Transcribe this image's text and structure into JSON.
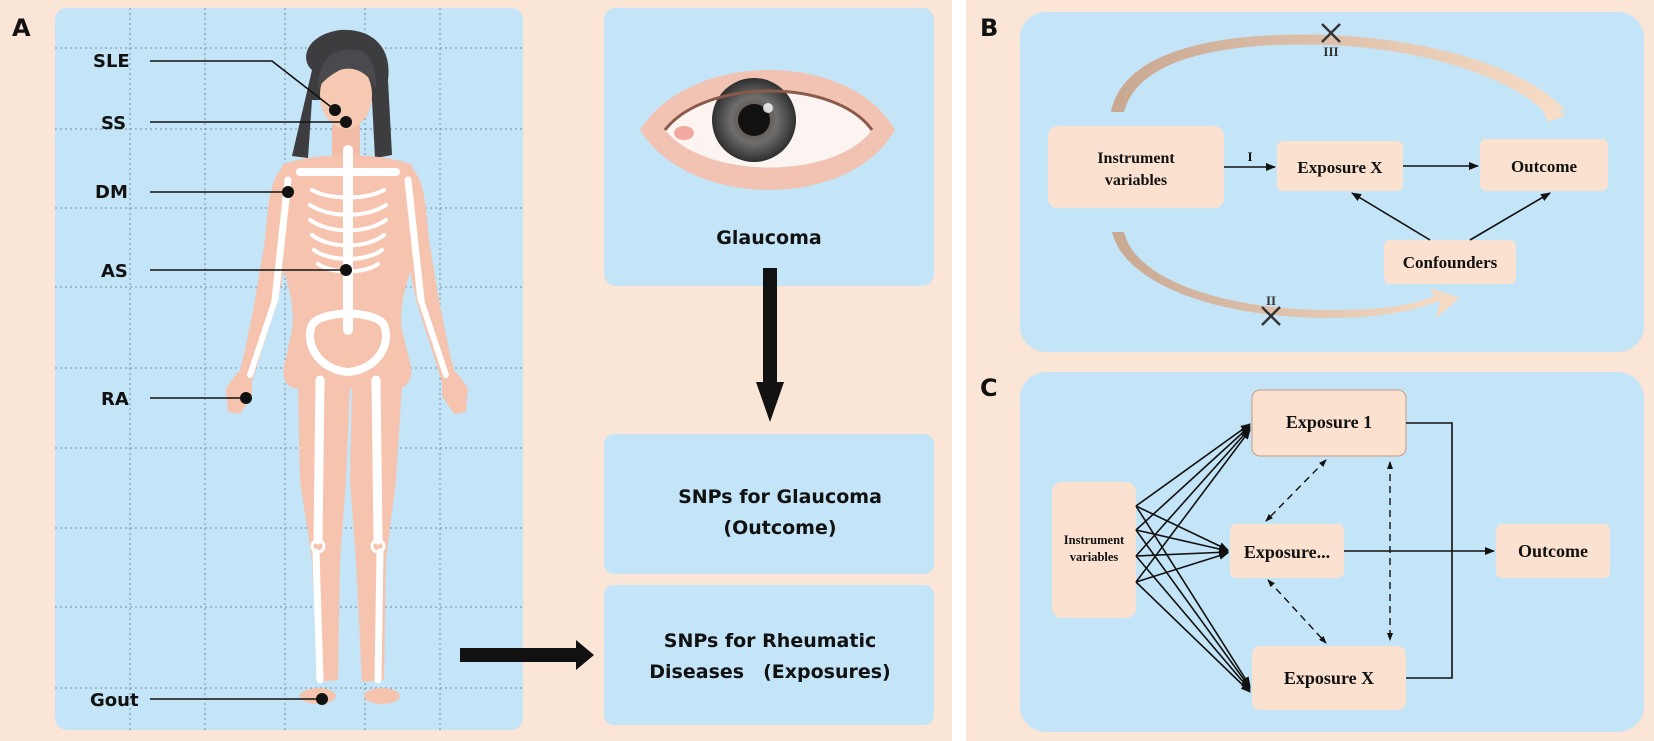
{
  "panel_a": {
    "letter": "A",
    "labels": [
      "SLE",
      "SS",
      "DM",
      "AS",
      "RA",
      "Gout"
    ],
    "glaucoma": "Glaucoma",
    "snps_outcome_line1": "SNPs for Glaucoma",
    "snps_outcome_line2": "(Outcome)",
    "snps_exposures_line1": "SNPs for Rheumatic",
    "snps_exposures_line2": "Diseases　(Exposures)"
  },
  "panel_b": {
    "letter": "B",
    "instrument_line1": "Instrument",
    "instrument_line2": "variables",
    "exposure": "Exposure X",
    "outcome": "Outcome",
    "confounders": "Confounders",
    "roman_1": "I",
    "roman_2": "II",
    "roman_3": "III"
  },
  "panel_c": {
    "letter": "C",
    "instrument_line1": "Instrument",
    "instrument_line2": "variables",
    "exposure_1": "Exposure 1",
    "exposure_mid": "Exposure...",
    "exposure_x": "Exposure X",
    "outcome": "Outcome"
  },
  "colors": {
    "peach_bg": "#fae5d6",
    "blue_panel": "#c4e4f7",
    "node_fill": "#fbe2d0",
    "body_skin": "#f6c4ae"
  }
}
